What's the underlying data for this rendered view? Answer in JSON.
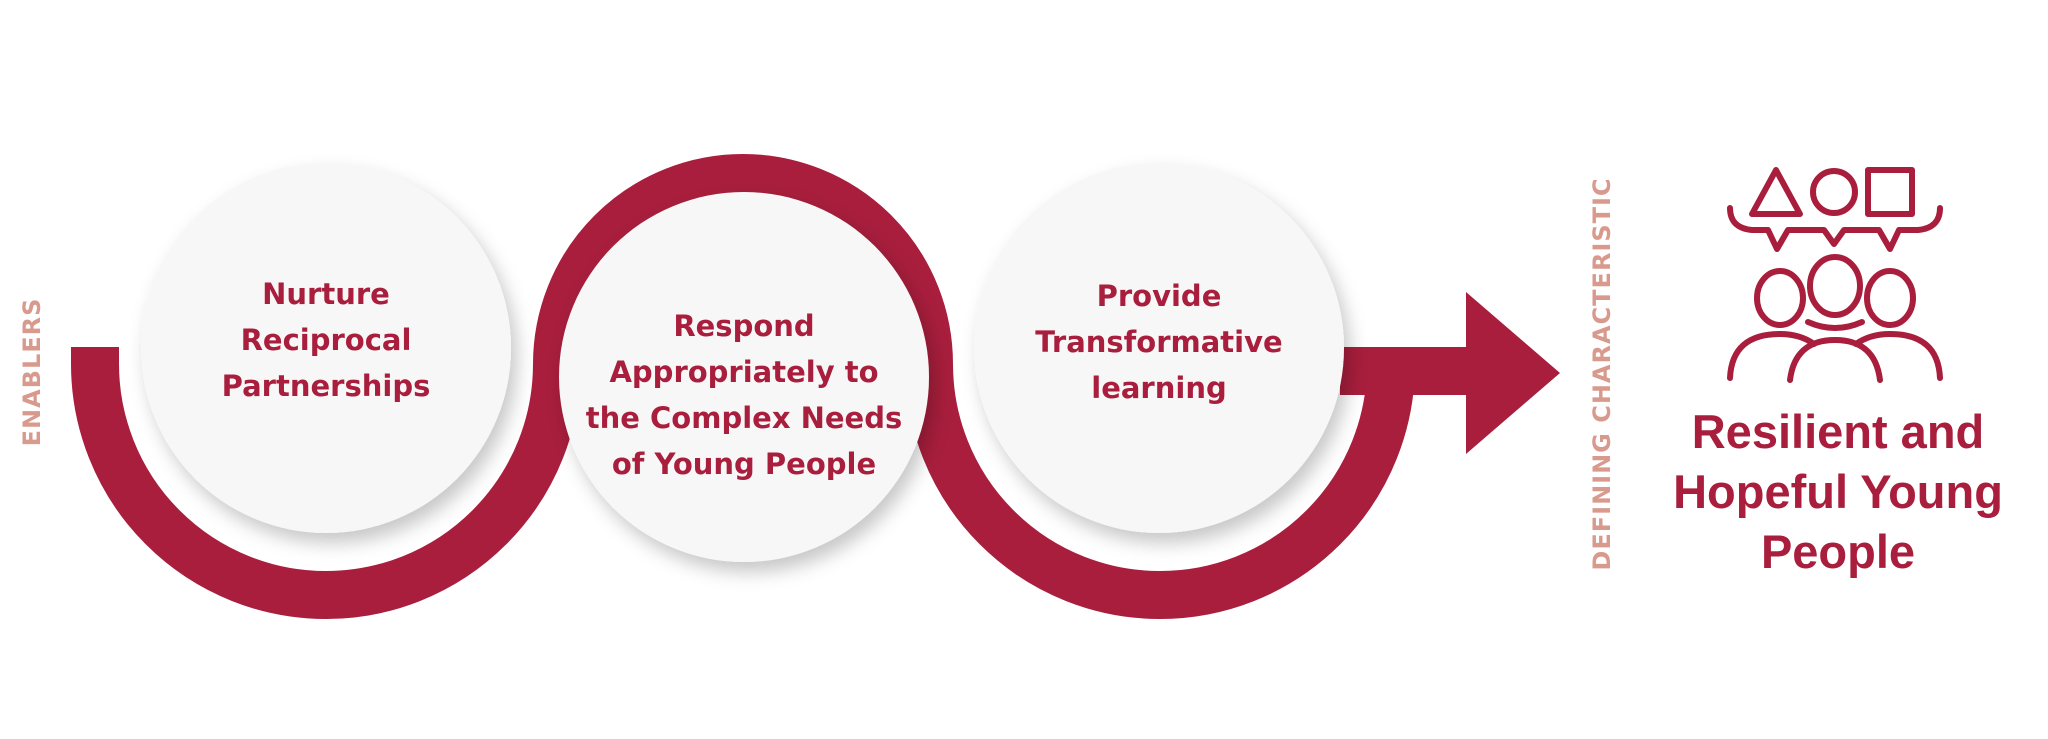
{
  "colors": {
    "accent": "#a81e3c",
    "circle_fill": "#f7f7f7",
    "side_label": "#d99a8e"
  },
  "labels": {
    "enablers": "ENABLERS",
    "defining": "DEFINING CHARACTERISTIC"
  },
  "enablers": [
    {
      "lines": [
        "Nurture",
        "Reciprocal",
        "Partnerships"
      ]
    },
    {
      "lines": [
        "Respond",
        "Appropriately to",
        "the Complex Needs",
        "of Young People"
      ]
    },
    {
      "lines": [
        "Provide",
        "Transformative",
        "learning"
      ]
    }
  ],
  "outcome": {
    "icon": "people-with-speech-bubbles-icon",
    "lines": [
      "Resilient and",
      "Hopeful Young",
      "People"
    ]
  }
}
